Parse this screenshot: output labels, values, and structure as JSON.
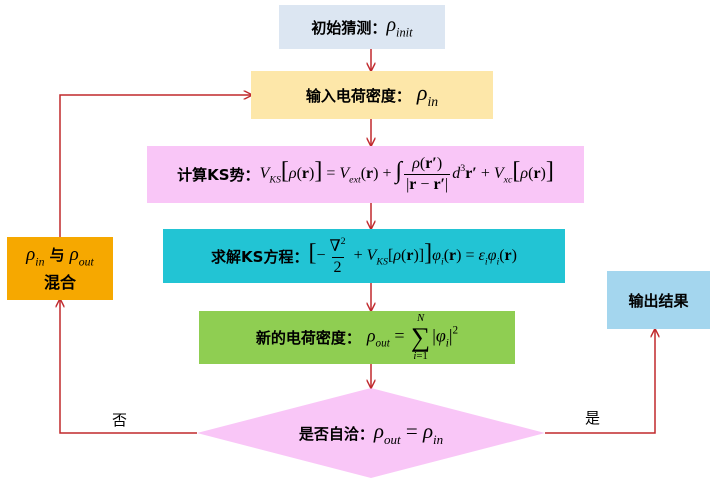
{
  "boxes": {
    "init_label": "初始猜测：",
    "input_label": "输入电荷密度：",
    "ks_potential_label": "计算KS势：",
    "ks_equation_label": "求解KS方程：",
    "new_density_label": "新的电荷密度：",
    "converge_label": "是否自洽：",
    "output_label": "输出结果",
    "mix_with": "与",
    "mix_label": "混合"
  },
  "edges": {
    "no_label": "否",
    "yes_label": "是"
  },
  "colors": {
    "init_box": "#dce6f2",
    "input_box": "#fde7a9",
    "ks_potential_box": "#f9c6f7",
    "ks_equation_box": "#22c4d4",
    "new_density_box": "#8fce52",
    "converge_diamond": "#f9c6f7",
    "output_box": "#a4d6ee",
    "mix_box": "#f6a800",
    "arrow": "#c0282c"
  }
}
